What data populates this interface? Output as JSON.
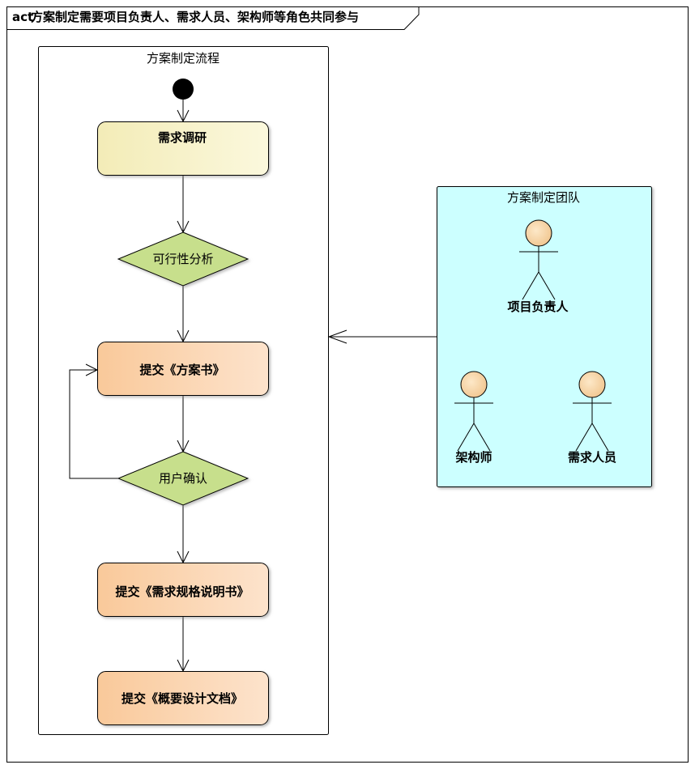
{
  "frame": {
    "keyword": "act",
    "title": "方案制定需要项目负责人、需求人员、架构师等角色共同参与"
  },
  "process_partition": {
    "label": "方案制定流程"
  },
  "activities": {
    "research": "需求调研",
    "submit_plan": "提交《方案书》",
    "submit_spec": "提交《需求规格说明书》",
    "submit_design": "提交《概要设计文档》"
  },
  "decisions": {
    "feasibility": "可行性分析",
    "user_confirm": "用户确认"
  },
  "team": {
    "label": "方案制定团队",
    "actors": {
      "project_lead": "项目负责人",
      "architect": "架构师",
      "requirements_staff": "需求人员"
    }
  },
  "colors": {
    "activity_light": "#f7f0c4",
    "activity_orange": "#fbd1a8",
    "decision": "#c6e08a",
    "team_fill": "#ccffff",
    "actor_head": "#f5d29f"
  }
}
